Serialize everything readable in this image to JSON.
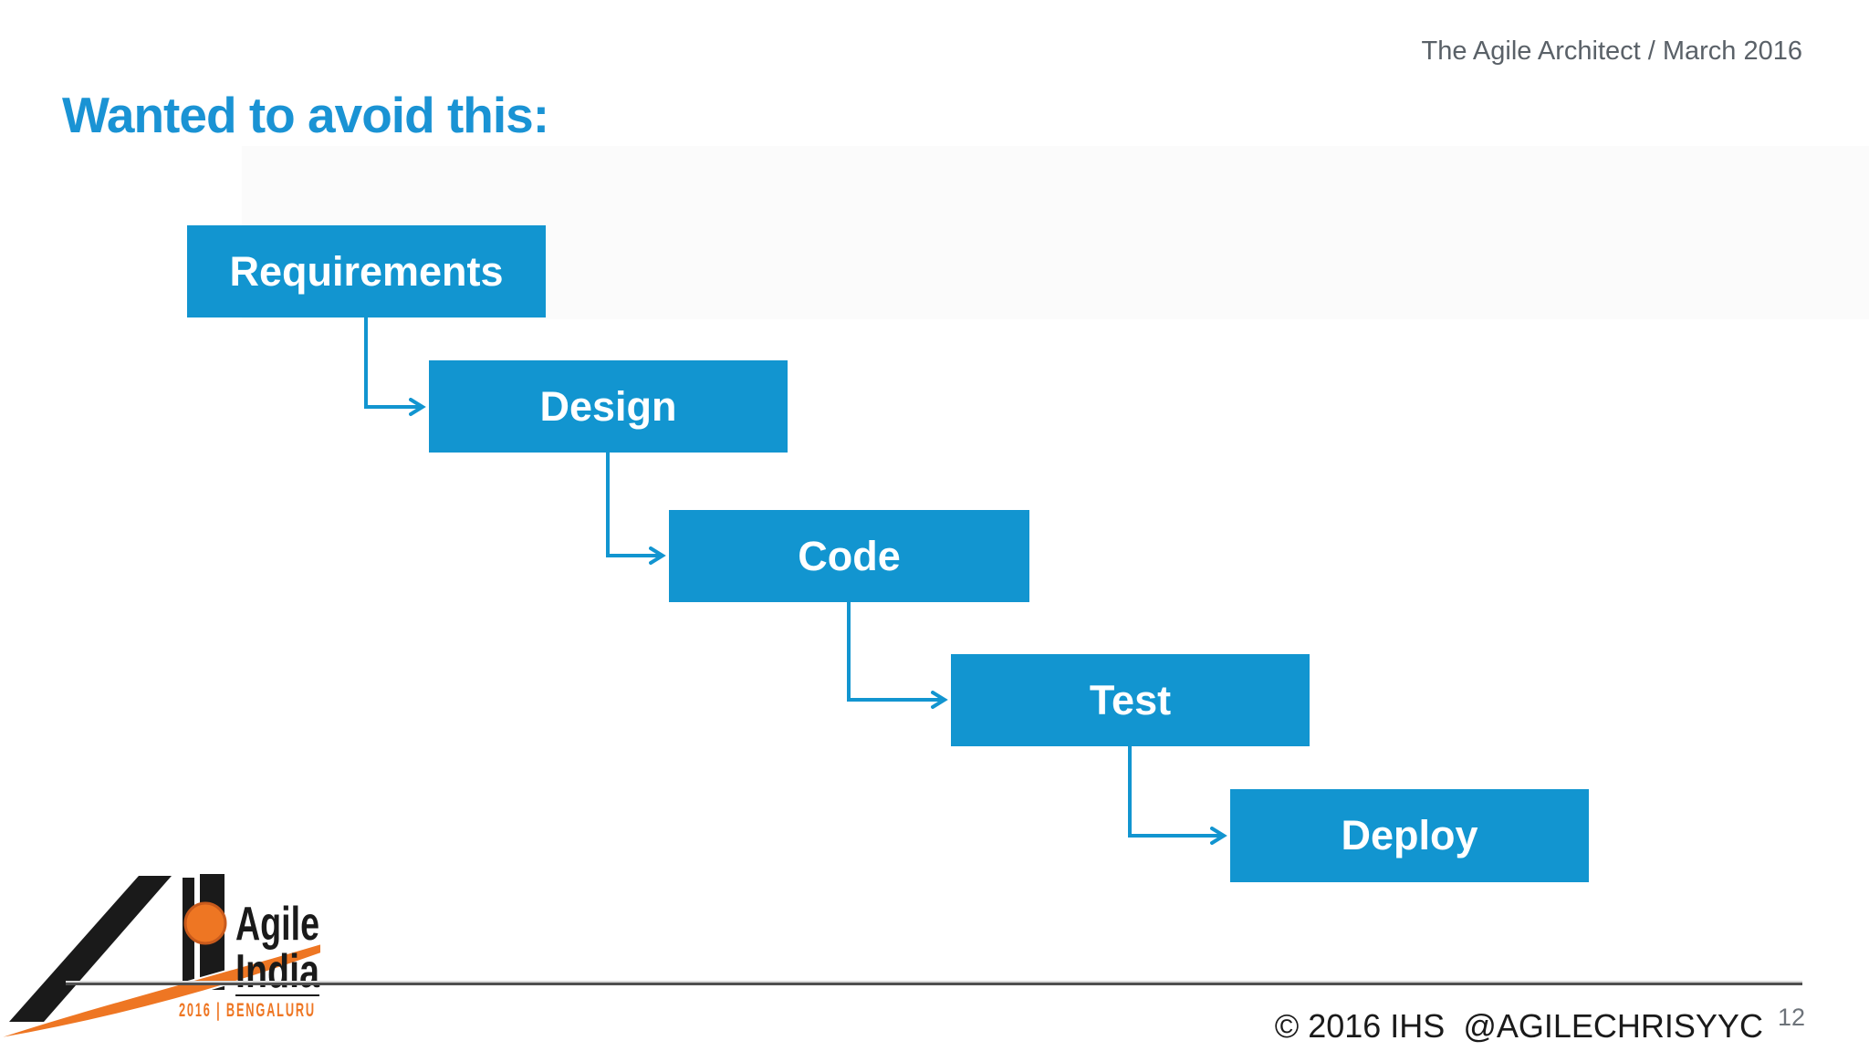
{
  "slide": {
    "header_credit": "The Agile Architect / March 2016",
    "title": "Wanted to avoid this:",
    "footer_copyright": "© 2016 IHS  @AGILECHRISYYC",
    "page_number": "12"
  },
  "diagram": {
    "type": "waterfall-process-flow",
    "steps": [
      {
        "label": "Requirements"
      },
      {
        "label": "Design"
      },
      {
        "label": "Code"
      },
      {
        "label": "Test"
      },
      {
        "label": "Deploy"
      }
    ]
  },
  "logo": {
    "brand_top": "Agile",
    "brand_bottom": "India",
    "tagline": "2016 | BENGALURU"
  },
  "colors": {
    "box_blue": "#1295d0",
    "title_blue": "#1a93d4",
    "accent_orange": "#ee7623",
    "header_gray": "#5a6168",
    "footer_black": "#1a1a1a",
    "page_number_gray": "#6d737a"
  }
}
